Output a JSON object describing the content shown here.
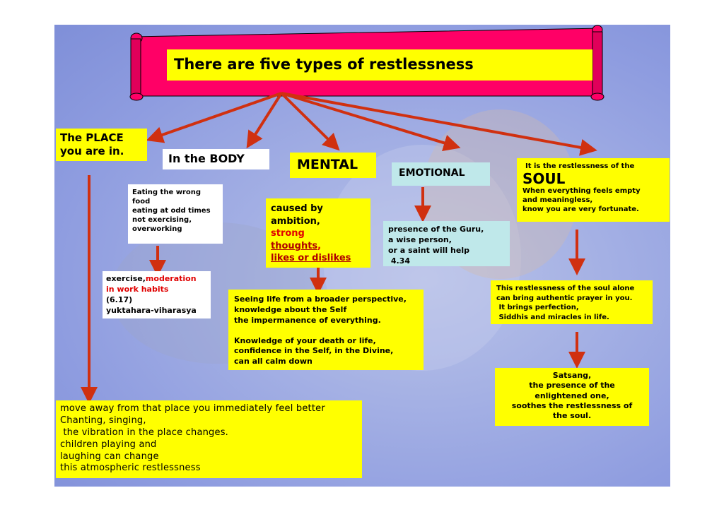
{
  "title": "There are five types of restlessness",
  "place": {
    "label_line1": "The PLACE",
    "label_line2": "you are in.",
    "remedy": [
      "move away from that place you immediately feel better",
      "Chanting, singing,",
      " the vibration in the place changes.",
      "children playing and",
      "laughing can change",
      "this atmospheric restlessness"
    ]
  },
  "body": {
    "label": "In the BODY",
    "causes": [
      "Eating the wrong",
      "food",
      "eating at odd times",
      "not exercising,",
      "overworking"
    ],
    "remedy_1": "exercise,",
    "remedy_1_red": "moderation",
    "remedy_2_red": "in work habits",
    "remedy_3": "(6.17)",
    "remedy_4": "yuktahara-viharasya"
  },
  "mental": {
    "label": "MENTAL",
    "cause_1": "caused by",
    "cause_2": "ambition,",
    "cause_3": "strong",
    "cause_4": "thoughts",
    "cause_4_suffix": ",",
    "cause_5": "likes or dislikes",
    "remedy": [
      "Seeing life from a broader perspective,",
      "knowledge about the Self",
      "the impermanence of everything.",
      "",
      "Knowledge of your death or life,",
      "confidence in the Self, in the Divine,",
      "can all calm down"
    ]
  },
  "emotional": {
    "label": "EMOTIONAL",
    "remedy": [
      "presence of the Guru,",
      "a wise person,",
      "or a saint will help",
      " 4.34"
    ]
  },
  "soul": {
    "intro": "It is the restlessness of the",
    "label": "SOUL",
    "desc": [
      "When everything feels empty",
      "and meaningless,",
      "know you are very fortunate."
    ],
    "prayer": [
      "This restlessness of the soul alone",
      "can bring authentic prayer in you.",
      " It brings perfection,",
      " Siddhis and miracles in life."
    ],
    "satsang": [
      "Satsang,",
      "the presence of the",
      "enlightened one,",
      "soothes the restlessness of",
      "the soul."
    ]
  },
  "colors": {
    "arrow": "#d03010",
    "banner": "#ff0066",
    "box_yellow": "#ffff00",
    "box_cyan": "#bfe8ea"
  }
}
